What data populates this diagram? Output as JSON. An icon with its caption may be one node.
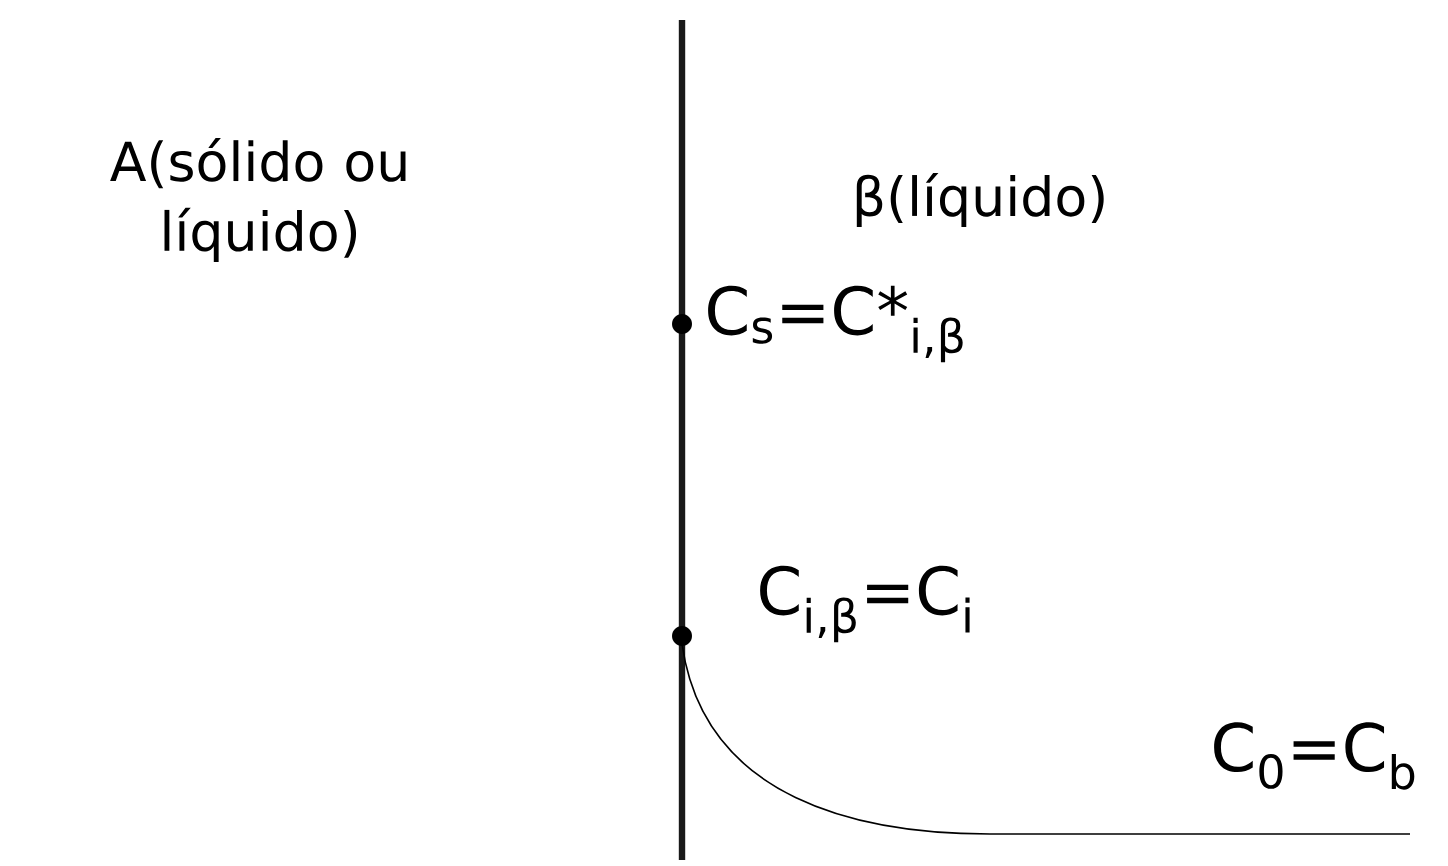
{
  "diagram": {
    "labels": [
      "A(sólido ou líquido)",
      "β(líquido)",
      "C$_{s}$=C*$_{i,β}$",
      "C$_{i,β}$=C$_{i}$",
      "C$_{0}$=C$_{b}$"
    ]
  }
}
